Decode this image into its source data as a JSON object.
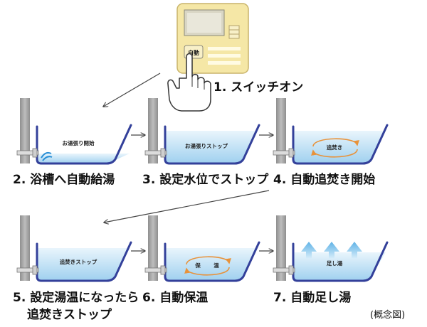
{
  "panel": {
    "button_label": "自動"
  },
  "steps": {
    "s1": {
      "label": "1. スイッチオン"
    },
    "s2": {
      "label": "2. 浴槽へ自動給湯",
      "tub_text": "お湯張り開始"
    },
    "s3": {
      "label": "3. 設定水位でストップ",
      "tub_text": "お湯張りストップ"
    },
    "s4": {
      "label": "4. 自動追焚き開始",
      "tub_text": "追焚き"
    },
    "s5": {
      "label_line1": "5. 設定湯温になったら",
      "label_line2": "追焚きストップ",
      "tub_text": "追焚きストップ"
    },
    "s6": {
      "label": "6. 自動保温",
      "tub_text_left": "保",
      "tub_text_right": "温"
    },
    "s7": {
      "label": "7. 自動足し湯",
      "tub_text": "足し湯"
    }
  },
  "note": "(概念図)",
  "colors": {
    "wall": "#a6a6a6",
    "tub_outline": "#33409a",
    "water": "#b9dcf3",
    "circulation": "#e8923a",
    "panel": "#f5e7a6"
  }
}
